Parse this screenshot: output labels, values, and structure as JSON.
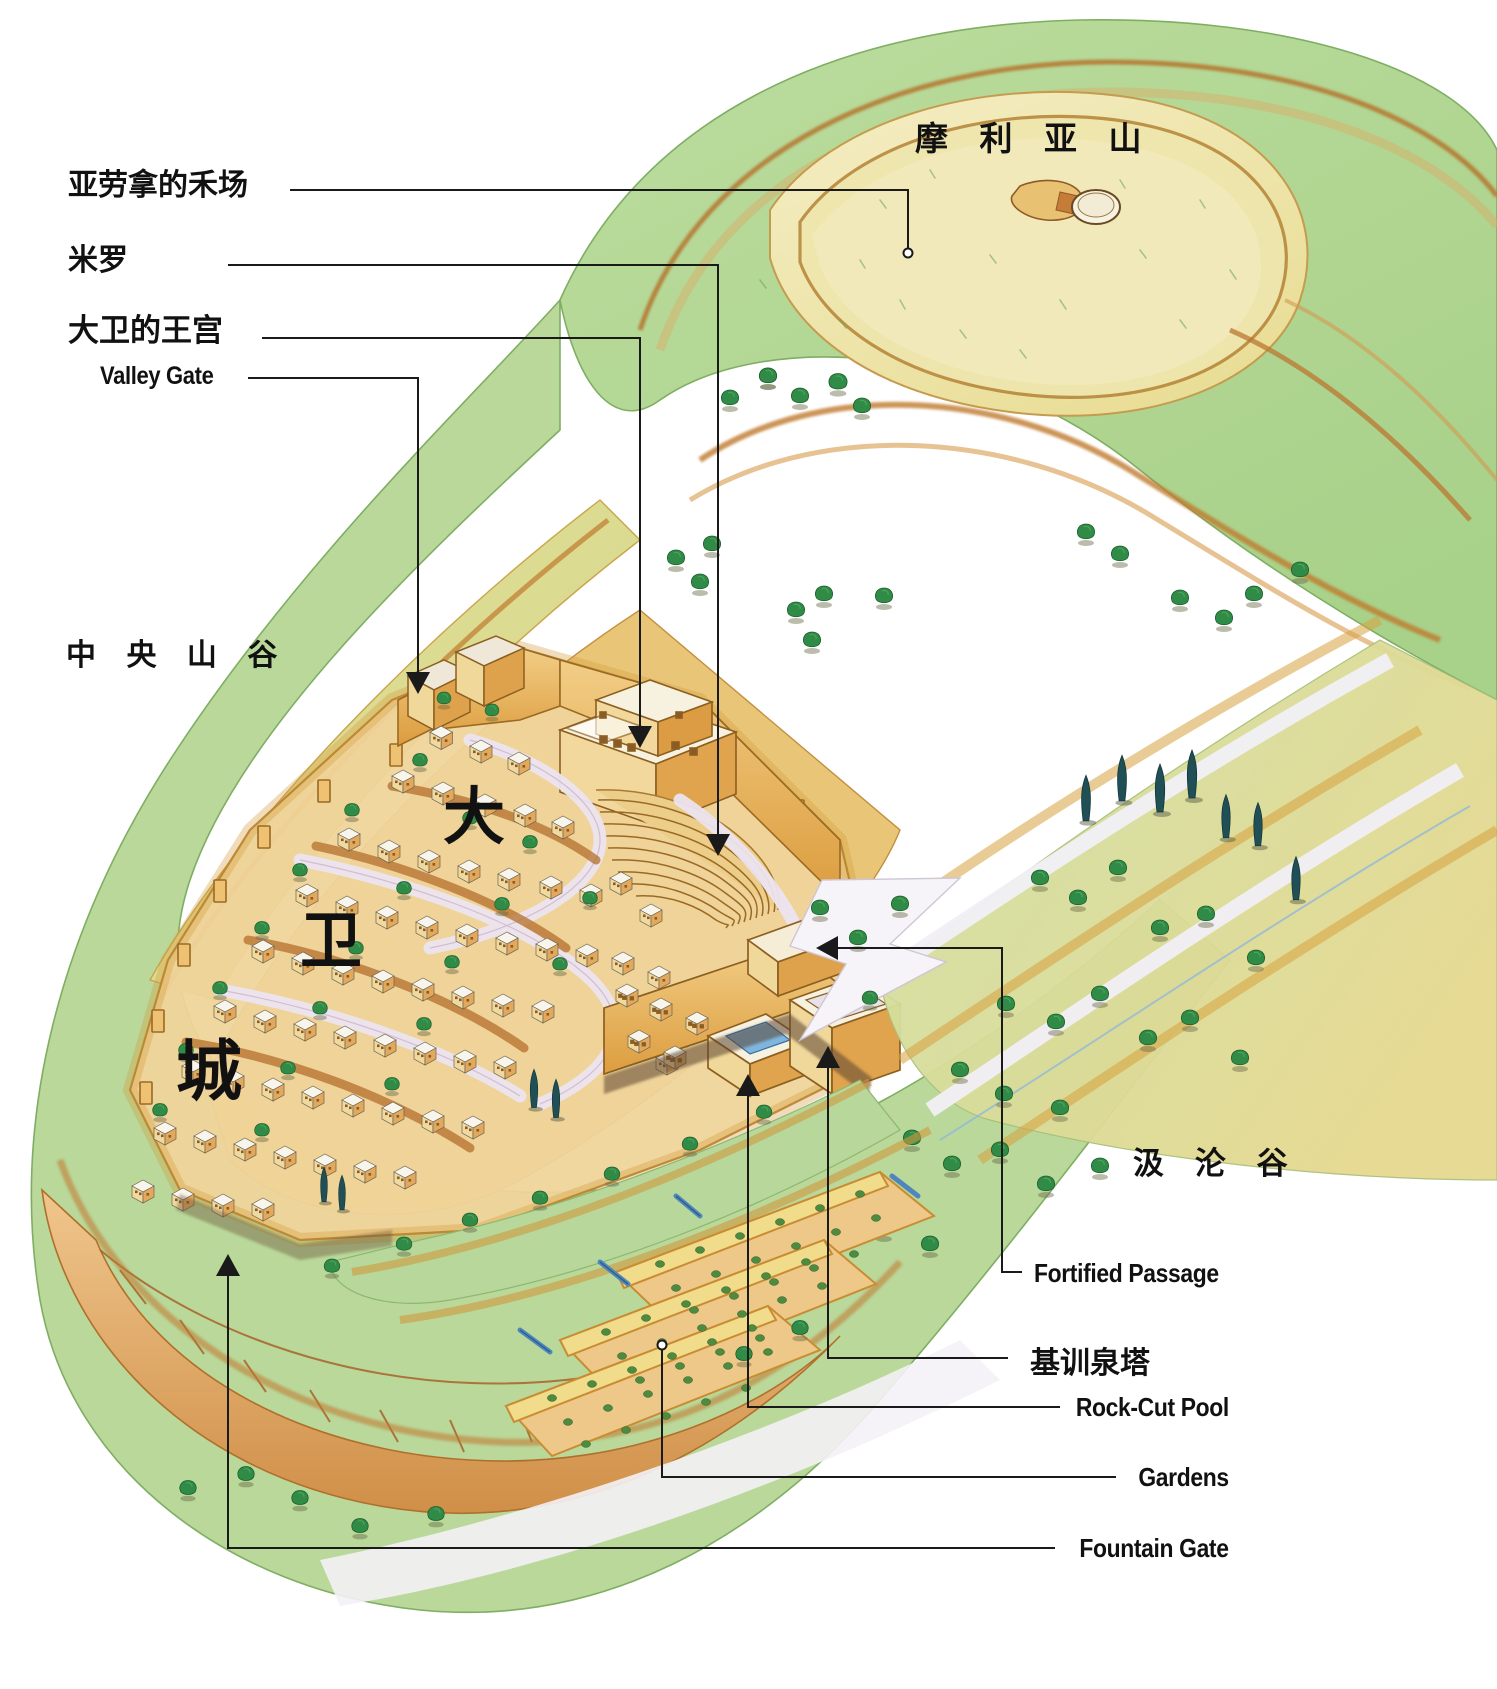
{
  "figure": {
    "title_overlay_labels": [
      "大 卫",
      "城"
    ],
    "description_kind": "illustrated-map"
  },
  "map_labels": {
    "mount_moriah": "摩 利 亚 山",
    "central_valley": "中 央 山 谷",
    "kidron_valley": "汲 沦 谷",
    "city_of_david_1": "大",
    "city_of_david_2": "卫",
    "city_of_david_3": "城"
  },
  "callouts": [
    {
      "id": "threshing-floor",
      "label": "亚劳拿的禾场",
      "lang": "cn",
      "side": "left",
      "marker": "dot"
    },
    {
      "id": "millo",
      "label": "米罗",
      "lang": "cn",
      "side": "left",
      "marker": "arrow"
    },
    {
      "id": "davids-palace",
      "label": "大卫的王宫",
      "lang": "cn",
      "side": "left",
      "marker": "arrow"
    },
    {
      "id": "valley-gate",
      "label": "Valley Gate",
      "lang": "en",
      "side": "left",
      "marker": "arrow"
    },
    {
      "id": "fortified-passage",
      "label": "Fortified Passage",
      "lang": "en",
      "side": "right",
      "marker": "arrow"
    },
    {
      "id": "gihon-spring-tower",
      "label": "基训泉塔",
      "lang": "cn",
      "side": "right",
      "marker": "arrow"
    },
    {
      "id": "rock-cut-pool",
      "label": "Rock-Cut Pool",
      "lang": "en",
      "side": "right",
      "marker": "arrow"
    },
    {
      "id": "gardens",
      "label": "Gardens",
      "lang": "en",
      "side": "right",
      "marker": "dot"
    },
    {
      "id": "fountain-gate",
      "label": "Fountain Gate",
      "lang": "en",
      "side": "right",
      "marker": "arrow"
    }
  ],
  "colors": {
    "leader_line": "#1a1a1a",
    "text": "#111111",
    "grass_light": "#b9d89a",
    "grass_mid": "#9ecb79",
    "grass_pale": "#cfe3b4",
    "slope_yellow": "#e8dc94",
    "slope_gold": "#e2c169",
    "ridge_orange": "#c97f34",
    "ridge_brown": "#9a5a24",
    "summit_cream": "#f0e7b4",
    "wall_ochre": "#e8a84a",
    "wall_light": "#f3d99a",
    "house_wall": "#f5e3ae",
    "house_roof": "#f7f4ee",
    "tree_green": "#2f8b46",
    "cypress": "#1d4c52",
    "path_white": "#f4f1f6",
    "water_blue": "#6fa8d4",
    "rock_tan": "#e9b277"
  }
}
